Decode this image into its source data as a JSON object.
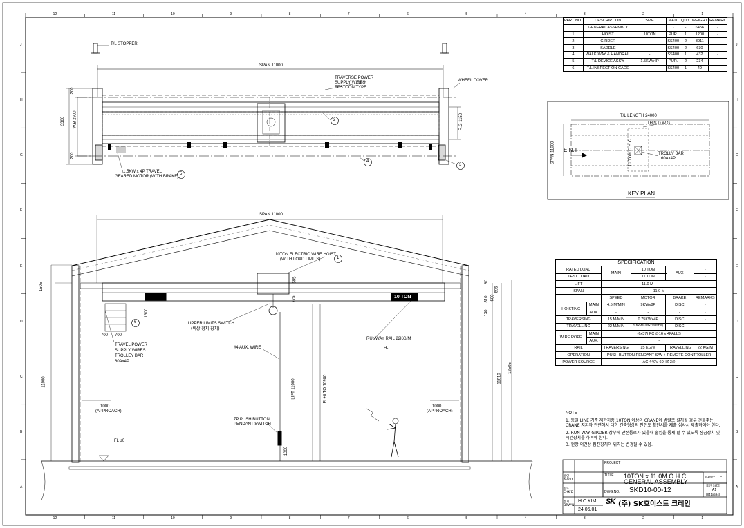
{
  "border_letters": [
    "J",
    "H",
    "G",
    "F",
    "E",
    "D",
    "C",
    "B",
    "A"
  ],
  "border_numbers": [
    "12",
    "11",
    "10",
    "9",
    "8",
    "7",
    "6",
    "5",
    "4",
    "3",
    "2",
    "1"
  ],
  "bom": {
    "headers": [
      "PART NO.",
      "DESCRIPTION",
      "SIZE",
      "MATL",
      "Q'TY",
      "WEIGHT",
      "REMARK"
    ],
    "rows": [
      [
        "",
        "GENERAL ASSEMBLY",
        "",
        "-",
        "-",
        "6456",
        "-"
      ],
      [
        "1",
        "HOIST",
        "10TON",
        "PUR.",
        "1",
        "1200",
        "-"
      ],
      [
        "2",
        "GIRDER",
        "-",
        "SS400",
        "2",
        "3911",
        "-"
      ],
      [
        "3",
        "SADDLE",
        "-",
        "SS400",
        "2",
        "630",
        "-"
      ],
      [
        "4",
        "WALK-WAY & HANDRAIL",
        "-",
        "SS400",
        "1",
        "432",
        "-"
      ],
      [
        "5",
        "T/L DEVICE ASS'Y",
        "1.5KWx4P",
        "PUR.",
        "2",
        "234",
        "-"
      ],
      [
        "6",
        "T/L INSPECTION CAGE",
        "-",
        "SS400",
        "1",
        "49",
        "-"
      ]
    ]
  },
  "top_view": {
    "tl_stopper": "T/L STOPPER",
    "span": "SPAN 11000",
    "traverse_power": [
      "TRAVERSE POWER",
      "SUPPLY WIRES",
      "FESTOON TYPE"
    ],
    "wheel_cover": "WHEEL COVER",
    "dim_3300": "3300",
    "dim_wb": "W.B 2900",
    "dim_200a": "200",
    "dim_200b": "200",
    "rg": "R.G 1150",
    "motor": [
      "1.5KW x 4P TRAVEL",
      "GEARED MOTOR (WITH BRAKE)"
    ],
    "balloons": [
      "2",
      "3",
      "4",
      "5"
    ]
  },
  "key_plan": {
    "tl_length": "T/L LENGTH 24000",
    "this_dwg": "THIS D.W.G.",
    "entry": "E.N.T",
    "span": "SPAN 11000",
    "ohc": "10 TON O.H.C",
    "trolley": [
      "TROLLY BAR",
      "60Ax4P"
    ],
    "title": "KEY PLAN"
  },
  "front_view": {
    "span": "SPAN 11000",
    "hoist": [
      "10TON ELECTRIC WIRE HOIST",
      "(WITH LOAD LIMITS)"
    ],
    "girder_label": "10 TON",
    "upper_limits": [
      "UPPER LIMITS SWITCH",
      "(비상 정지 장치)"
    ],
    "runway_rail": "RUNWAY RAIL 22KG/M",
    "h_label": "H-",
    "travel_power": [
      "TRAVEL POWER",
      "SUPPLY WIRES",
      "TROLLEY BAR",
      "60Ax4P"
    ],
    "aux_wire": "#4 AUX. WIRE",
    "push_button": [
      "7P PUSH BUTTON",
      "PENDANT SWITCH"
    ],
    "approach": [
      "1000",
      "(APPROACH)"
    ],
    "fl": "FL ±0",
    "lift": "LIFT 11000",
    "fl_to": "FL±0 TO 10980",
    "dims": {
      "d1505": "1505",
      "d11000": "11000",
      "d11810": "11810",
      "d12505": "12505",
      "d1300": "1300",
      "d700a": "700",
      "d700b": "700",
      "d695a": "695",
      "d695b": "695",
      "d775": "775",
      "d1000": "1000",
      "d130": "130",
      "d810": "810",
      "d80": "80",
      "d600": "600"
    },
    "balloons": [
      "1",
      "6"
    ]
  },
  "spec": {
    "title": "SPECIFICATION",
    "rows": {
      "rated_load": [
        "RATED LOAD",
        "MAIN",
        "10 TON",
        "AUX",
        "-"
      ],
      "test_load": [
        "TEST LOAD",
        "11 TON",
        "-"
      ],
      "lift": [
        "LIFT",
        "11.0 M",
        "-"
      ],
      "span": [
        "SPAN",
        "11.0 M"
      ],
      "head": [
        "SPEED",
        "MOTOR",
        "BRAKE",
        "REMARKS"
      ],
      "hoist_main": [
        "HOISTING",
        "MAIN",
        "4.5 M/MIN",
        "9KWx8P",
        "DISC",
        "-"
      ],
      "hoist_aux": [
        "AUX.",
        "-",
        "-",
        "-",
        "-"
      ],
      "traversing": [
        "TRAVERSING",
        "15 M/MIN",
        "0.75KWx4P",
        "DISC",
        "-"
      ],
      "travelling": [
        "TRAVELLING",
        "22 M/MIN",
        "1.5KWx4Px(2SETS)",
        "DISC",
        "-"
      ],
      "wire_main": [
        "WIRE ROPE",
        "MAIN",
        "(6x37) FC ∅16 x 4FALLS"
      ],
      "wire_aux": [
        "AUX.",
        "-"
      ],
      "rail": [
        "RAIL",
        "TRAVERSING",
        "15 KG/M",
        "TRAVELLING",
        "22 KG/M"
      ],
      "operation": [
        "OPERATION",
        "PUSH BUTTON PENDANT S/W + REMOTE CONTROLLER"
      ],
      "power": [
        "POWER SOURCE",
        "AC 440V 60HZ 3∅"
      ]
    }
  },
  "notes": {
    "title": "NOTE",
    "items": [
      "1. 동일 LINE 기준 제한하중 10TON 이상의 CRANE이 병렬로 설치될 경우 건물주는 CRANE 지지와 관련해서 대한 건축형상의 안전도 확인서를 제출 심사시 제출하여야 한다.",
      "2. RUN-WAY GIRDER 상부에 안전통로가 있을때 출입을 통제 할 수 있도록 잠금장치 및 시건장치를 하여야 한다.",
      "3. 현장 여건상 집진장치의 위치는 변경될 수 있음."
    ]
  },
  "title_block": {
    "project": "PROJECT",
    "title_lbl": "TITLE",
    "title1": "10TON x 11.0M O.H.C",
    "title2": "GENERAL ASSEMBLY",
    "dwg_lbl": "DWG.NO.",
    "dwg_no": "SKD10-00-12",
    "sheet": "-",
    "size": "A1",
    "size2": "(841x594)",
    "size_lbl": "도면 SIZE",
    "sheet_lbl": "SHEET",
    "appr": "승인 APP'D",
    "chkd": "검도 CHK'D",
    "drwn": "설계 DRW'N",
    "name": "H.C.KIM",
    "date": "24.05.01",
    "company": "(주) SK호이스트 크레인",
    "logo": "SK"
  }
}
